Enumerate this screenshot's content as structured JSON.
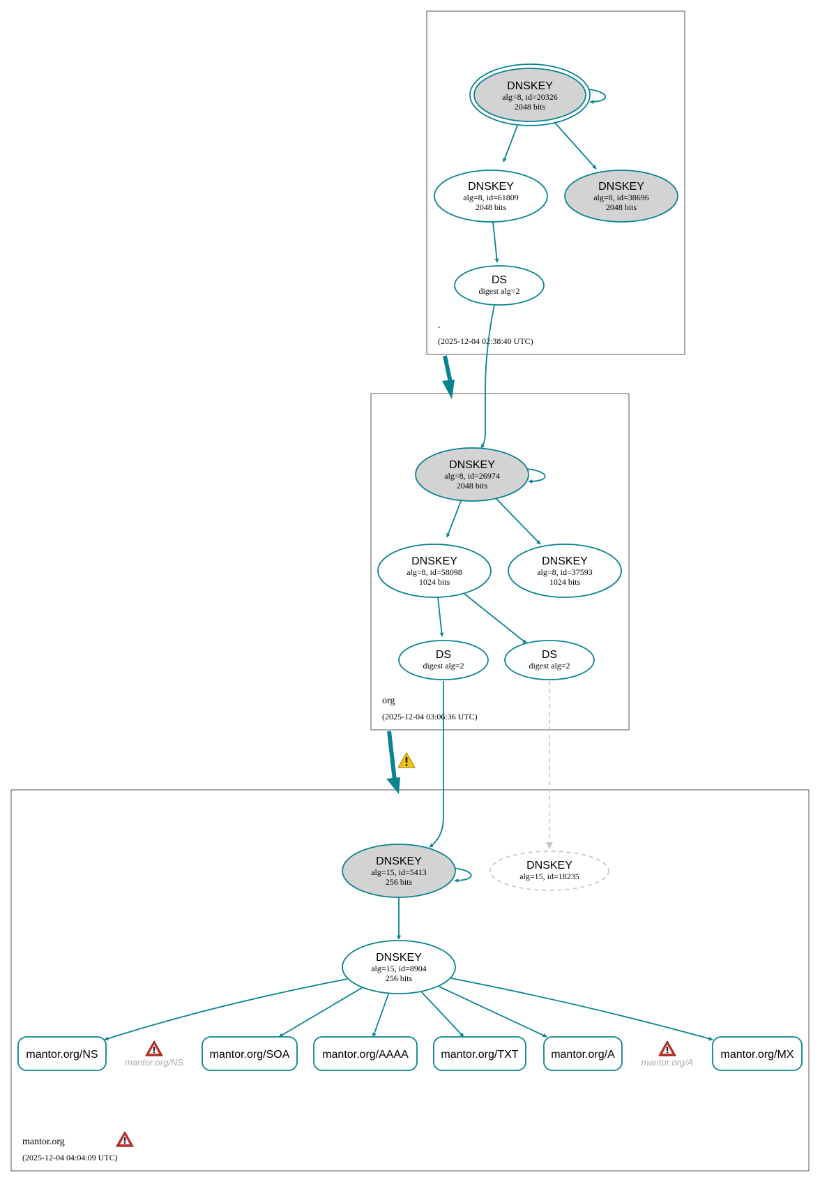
{
  "colors": {
    "edge": "#0a8391",
    "node_fill_gray": "#d3d3d3",
    "dashed": "#c8c8c8",
    "zone_border": "#555555",
    "warn_red": "#c9332d",
    "warn_yellow": "#f0c419",
    "ghost_text": "#aaaaaa"
  },
  "zones": {
    "root": {
      "name": ".",
      "timestamp": "(2025-12-04 02:38:40 UTC)"
    },
    "org": {
      "name": "org",
      "timestamp": "(2025-12-04 03:06:36 UTC)"
    },
    "mantor": {
      "name": "mantor.org",
      "timestamp": "(2025-12-04 04:04:09 UTC)"
    }
  },
  "nodes": {
    "root_ksk": {
      "title": "DNSKEY",
      "line1": "alg=8, id=20326",
      "line2": "2048 bits"
    },
    "root_zsk1": {
      "title": "DNSKEY",
      "line1": "alg=8, id=61809",
      "line2": "2048 bits"
    },
    "root_zsk2": {
      "title": "DNSKEY",
      "line1": "alg=8, id=38696",
      "line2": "2048 bits"
    },
    "root_ds": {
      "title": "DS",
      "line1": "digest alg=2"
    },
    "org_ksk": {
      "title": "DNSKEY",
      "line1": "alg=8, id=26974",
      "line2": "2048 bits"
    },
    "org_zsk1": {
      "title": "DNSKEY",
      "line1": "alg=8, id=58098",
      "line2": "1024 bits"
    },
    "org_zsk2": {
      "title": "DNSKEY",
      "line1": "alg=8, id=37593",
      "line2": "1024 bits"
    },
    "org_ds1": {
      "title": "DS",
      "line1": "digest alg=2"
    },
    "org_ds2": {
      "title": "DS",
      "line1": "digest alg=2"
    },
    "mantor_ksk": {
      "title": "DNSKEY",
      "line1": "alg=15, id=5413",
      "line2": "256 bits"
    },
    "mantor_missing": {
      "title": "DNSKEY",
      "line1": "alg=15, id=18235"
    },
    "mantor_zsk": {
      "title": "DNSKEY",
      "line1": "alg=15, id=8904",
      "line2": "256 bits"
    }
  },
  "records": {
    "ns": "mantor.org/NS",
    "soa": "mantor.org/SOA",
    "aaaa": "mantor.org/AAAA",
    "txt": "mantor.org/TXT",
    "a": "mantor.org/A",
    "mx": "mantor.org/MX"
  },
  "warnings": {
    "ns_label": "mantor.org/NS",
    "a_label": "mantor.org/A"
  }
}
